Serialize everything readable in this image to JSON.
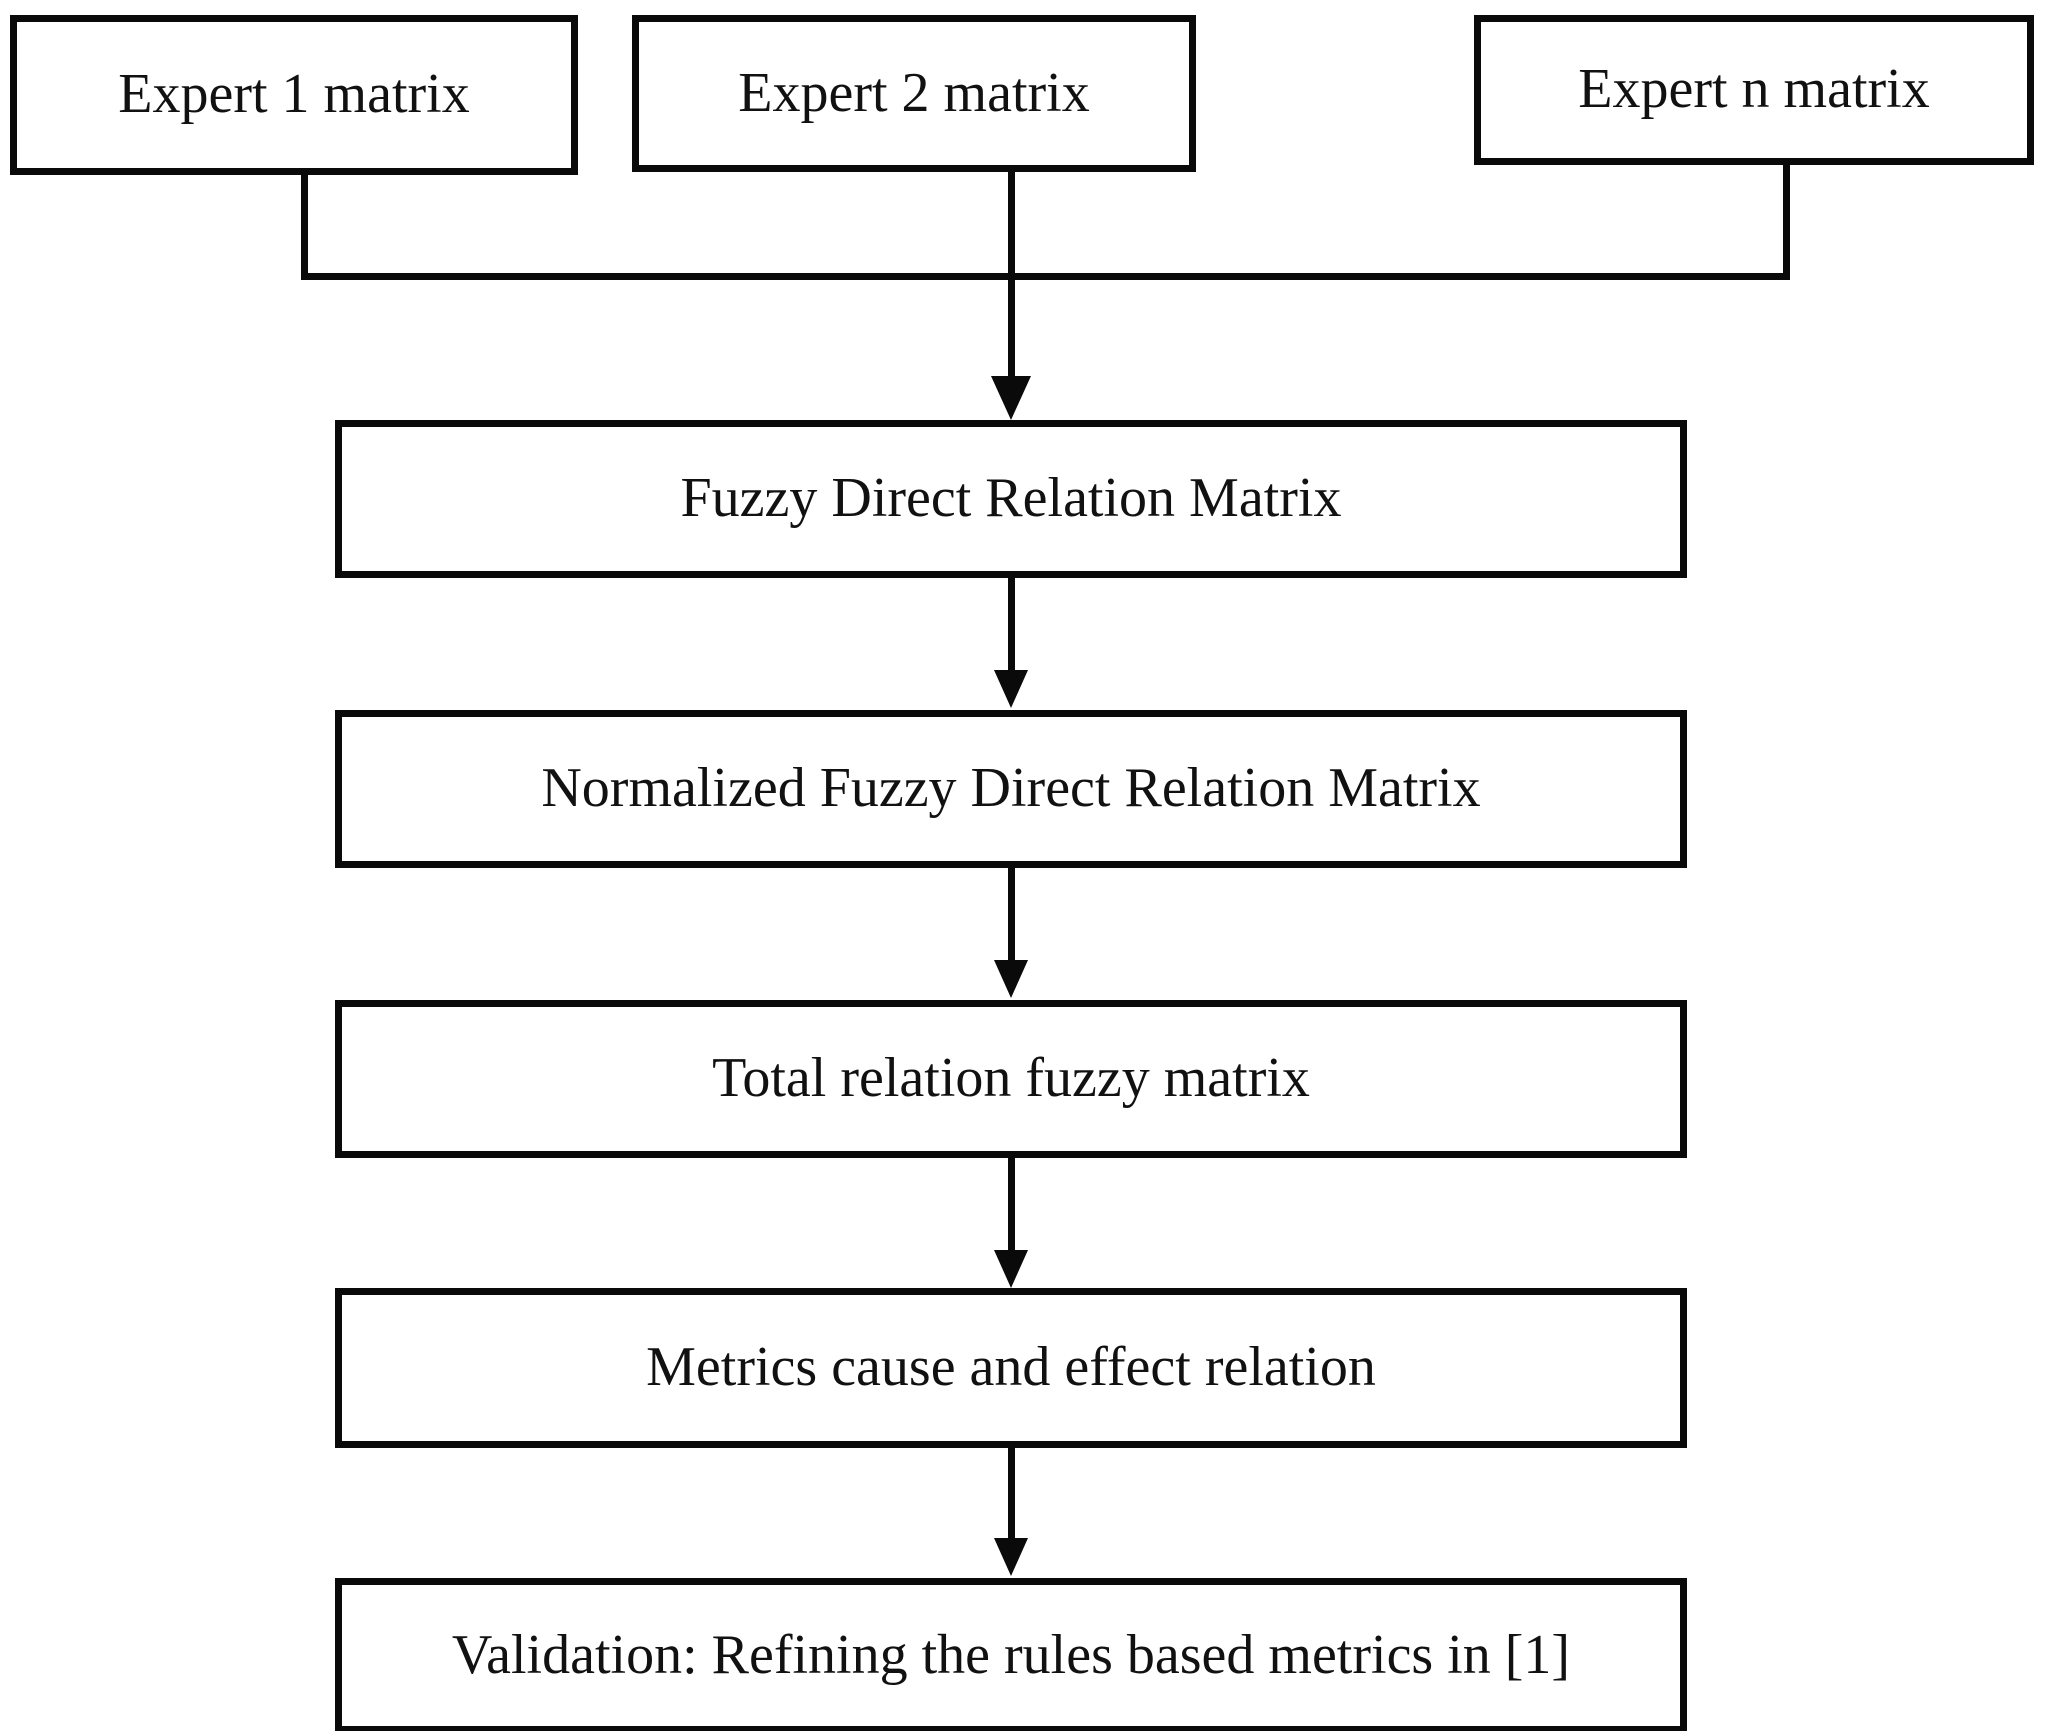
{
  "diagram": {
    "type": "flowchart",
    "orientation": "top-to-bottom",
    "title_visible": false,
    "colors": {
      "stroke": "#0a0a0a",
      "fill": "#ffffff",
      "text": "#111111"
    },
    "inputs": [
      {
        "id": "expert-1",
        "label": "Expert 1 matrix"
      },
      {
        "id": "expert-2",
        "label": "Expert 2 matrix"
      },
      {
        "id": "expert-n",
        "label": "Expert n matrix"
      }
    ],
    "steps": [
      {
        "id": "fuzzy-direct-relation-matrix",
        "label": "Fuzzy Direct Relation Matrix"
      },
      {
        "id": "normalized-fuzzy-direct-relation-matrix",
        "label": "Normalized Fuzzy Direct Relation Matrix"
      },
      {
        "id": "total-relation-fuzzy-matrix",
        "label": "Total relation fuzzy matrix"
      },
      {
        "id": "metrics-cause-and-effect-relation",
        "label": "Metrics cause and effect relation"
      },
      {
        "id": "validation",
        "label": "Validation: Refining the rules based metrics in [1]"
      }
    ],
    "edges": [
      {
        "from": "expert-1",
        "to": "fuzzy-direct-relation-matrix",
        "style": "elbow-bus"
      },
      {
        "from": "expert-2",
        "to": "fuzzy-direct-relation-matrix",
        "style": "straight-arrow"
      },
      {
        "from": "expert-n",
        "to": "fuzzy-direct-relation-matrix",
        "style": "elbow-bus"
      },
      {
        "from": "fuzzy-direct-relation-matrix",
        "to": "normalized-fuzzy-direct-relation-matrix",
        "style": "straight-arrow"
      },
      {
        "from": "normalized-fuzzy-direct-relation-matrix",
        "to": "total-relation-fuzzy-matrix",
        "style": "straight-arrow"
      },
      {
        "from": "total-relation-fuzzy-matrix",
        "to": "metrics-cause-and-effect-relation",
        "style": "straight-arrow"
      },
      {
        "from": "metrics-cause-and-effect-relation",
        "to": "validation",
        "style": "straight-arrow"
      }
    ]
  }
}
